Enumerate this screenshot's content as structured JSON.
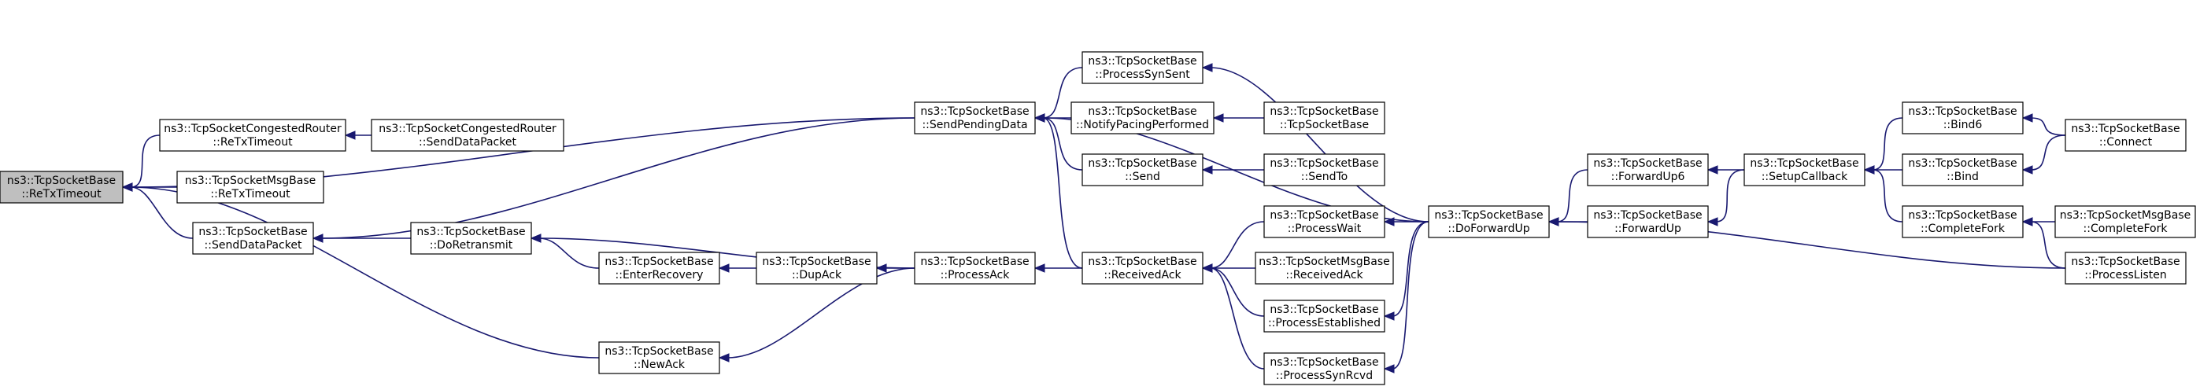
{
  "colors": {
    "edge": "#191970",
    "node_border": "#000000",
    "root_fill": "#bfbfbf",
    "node_fill": "#ffffff"
  },
  "nodes": [
    {
      "id": "retx",
      "line1": "ns3::TcpSocketBase",
      "line2": "::ReTxTimeout",
      "root": true
    },
    {
      "id": "cr_retx",
      "line1": "ns3::TcpSocketCongestedRouter",
      "line2": "::ReTxTimeout"
    },
    {
      "id": "cr_send",
      "line1": "ns3::TcpSocketCongestedRouter",
      "line2": "::SendDataPacket"
    },
    {
      "id": "msg_retx",
      "line1": "ns3::TcpSocketMsgBase",
      "line2": "::ReTxTimeout"
    },
    {
      "id": "senddata",
      "line1": "ns3::TcpSocketBase",
      "line2": "::SendDataPacket"
    },
    {
      "id": "newack",
      "line1": "ns3::TcpSocketBase",
      "line2": "::NewAck"
    },
    {
      "id": "doretrans",
      "line1": "ns3::TcpSocketBase",
      "line2": "::DoRetransmit"
    },
    {
      "id": "enterrec",
      "line1": "ns3::TcpSocketBase",
      "line2": "::EnterRecovery"
    },
    {
      "id": "dupack",
      "line1": "ns3::TcpSocketBase",
      "line2": "::DupAck"
    },
    {
      "id": "procack",
      "line1": "ns3::TcpSocketBase",
      "line2": "::ProcessAck"
    },
    {
      "id": "sendpending",
      "line1": "ns3::TcpSocketBase",
      "line2": "::SendPendingData"
    },
    {
      "id": "procsynsent",
      "line1": "ns3::TcpSocketBase",
      "line2": "::ProcessSynSent"
    },
    {
      "id": "notifypacing",
      "line1": "ns3::TcpSocketBase",
      "line2": "::NotifyPacingPerformed"
    },
    {
      "id": "ctor",
      "line1": "ns3::TcpSocketBase",
      "line2": "::TcpSocketBase"
    },
    {
      "id": "send",
      "line1": "ns3::TcpSocketBase",
      "line2": "::Send"
    },
    {
      "id": "sendto",
      "line1": "ns3::TcpSocketBase",
      "line2": "::SendTo"
    },
    {
      "id": "recvack",
      "line1": "ns3::TcpSocketBase",
      "line2": "::ReceivedAck"
    },
    {
      "id": "procwait",
      "line1": "ns3::TcpSocketBase",
      "line2": "::ProcessWait"
    },
    {
      "id": "msg_recvack",
      "line1": "ns3::TcpSocketMsgBase",
      "line2": "::ReceivedAck"
    },
    {
      "id": "procest",
      "line1": "ns3::TcpSocketBase",
      "line2": "::ProcessEstablished"
    },
    {
      "id": "procsynrcvd",
      "line1": "ns3::TcpSocketBase",
      "line2": "::ProcessSynRcvd"
    },
    {
      "id": "dofwdup",
      "line1": "ns3::TcpSocketBase",
      "line2": "::DoForwardUp"
    },
    {
      "id": "fwdup6",
      "line1": "ns3::TcpSocketBase",
      "line2": "::ForwardUp6"
    },
    {
      "id": "fwdup",
      "line1": "ns3::TcpSocketBase",
      "line2": "::ForwardUp"
    },
    {
      "id": "setupcb",
      "line1": "ns3::TcpSocketBase",
      "line2": "::SetupCallback"
    },
    {
      "id": "bind6",
      "line1": "ns3::TcpSocketBase",
      "line2": "::Bind6"
    },
    {
      "id": "bind",
      "line1": "ns3::TcpSocketBase",
      "line2": "::Bind"
    },
    {
      "id": "completefork",
      "line1": "ns3::TcpSocketBase",
      "line2": "::CompleteFork"
    },
    {
      "id": "connect",
      "line1": "ns3::TcpSocketBase",
      "line2": "::Connect"
    },
    {
      "id": "msg_completefork",
      "line1": "ns3::TcpSocketMsgBase",
      "line2": "::CompleteFork"
    },
    {
      "id": "proclisten",
      "line1": "ns3::TcpSocketBase",
      "line2": "::ProcessListen"
    }
  ],
  "edges": [
    {
      "from": "cr_retx",
      "to": "retx"
    },
    {
      "from": "msg_retx",
      "to": "retx"
    },
    {
      "from": "senddata",
      "to": "retx"
    },
    {
      "from": "newack",
      "to": "retx"
    },
    {
      "from": "sendpending",
      "to": "retx"
    },
    {
      "from": "cr_send",
      "to": "cr_retx"
    },
    {
      "from": "doretrans",
      "to": "senddata"
    },
    {
      "from": "sendpending",
      "to": "senddata"
    },
    {
      "from": "procack",
      "to": "doretrans"
    },
    {
      "from": "enterrec",
      "to": "doretrans"
    },
    {
      "from": "dupack",
      "to": "enterrec"
    },
    {
      "from": "procack",
      "to": "dupack"
    },
    {
      "from": "procack",
      "to": "newack"
    },
    {
      "from": "recvack",
      "to": "procack"
    },
    {
      "from": "procsynsent",
      "to": "sendpending"
    },
    {
      "from": "notifypacing",
      "to": "sendpending"
    },
    {
      "from": "send",
      "to": "sendpending"
    },
    {
      "from": "recvack",
      "to": "sendpending"
    },
    {
      "from": "dofwdup",
      "to": "sendpending"
    },
    {
      "from": "dofwdup",
      "to": "procsynsent"
    },
    {
      "from": "ctor",
      "to": "notifypacing"
    },
    {
      "from": "sendto",
      "to": "send"
    },
    {
      "from": "procwait",
      "to": "recvack"
    },
    {
      "from": "msg_recvack",
      "to": "recvack"
    },
    {
      "from": "procest",
      "to": "recvack"
    },
    {
      "from": "procsynrcvd",
      "to": "recvack"
    },
    {
      "from": "dofwdup",
      "to": "procwait"
    },
    {
      "from": "dofwdup",
      "to": "procest"
    },
    {
      "from": "dofwdup",
      "to": "procsynrcvd"
    },
    {
      "from": "fwdup6",
      "to": "dofwdup"
    },
    {
      "from": "fwdup",
      "to": "dofwdup"
    },
    {
      "from": "proclisten",
      "to": "dofwdup"
    },
    {
      "from": "setupcb",
      "to": "fwdup6"
    },
    {
      "from": "setupcb",
      "to": "fwdup"
    },
    {
      "from": "bind6",
      "to": "setupcb"
    },
    {
      "from": "bind",
      "to": "setupcb"
    },
    {
      "from": "completefork",
      "to": "setupcb"
    },
    {
      "from": "connect",
      "to": "bind6"
    },
    {
      "from": "connect",
      "to": "bind"
    },
    {
      "from": "msg_completefork",
      "to": "completefork"
    },
    {
      "from": "proclisten",
      "to": "completefork"
    }
  ]
}
